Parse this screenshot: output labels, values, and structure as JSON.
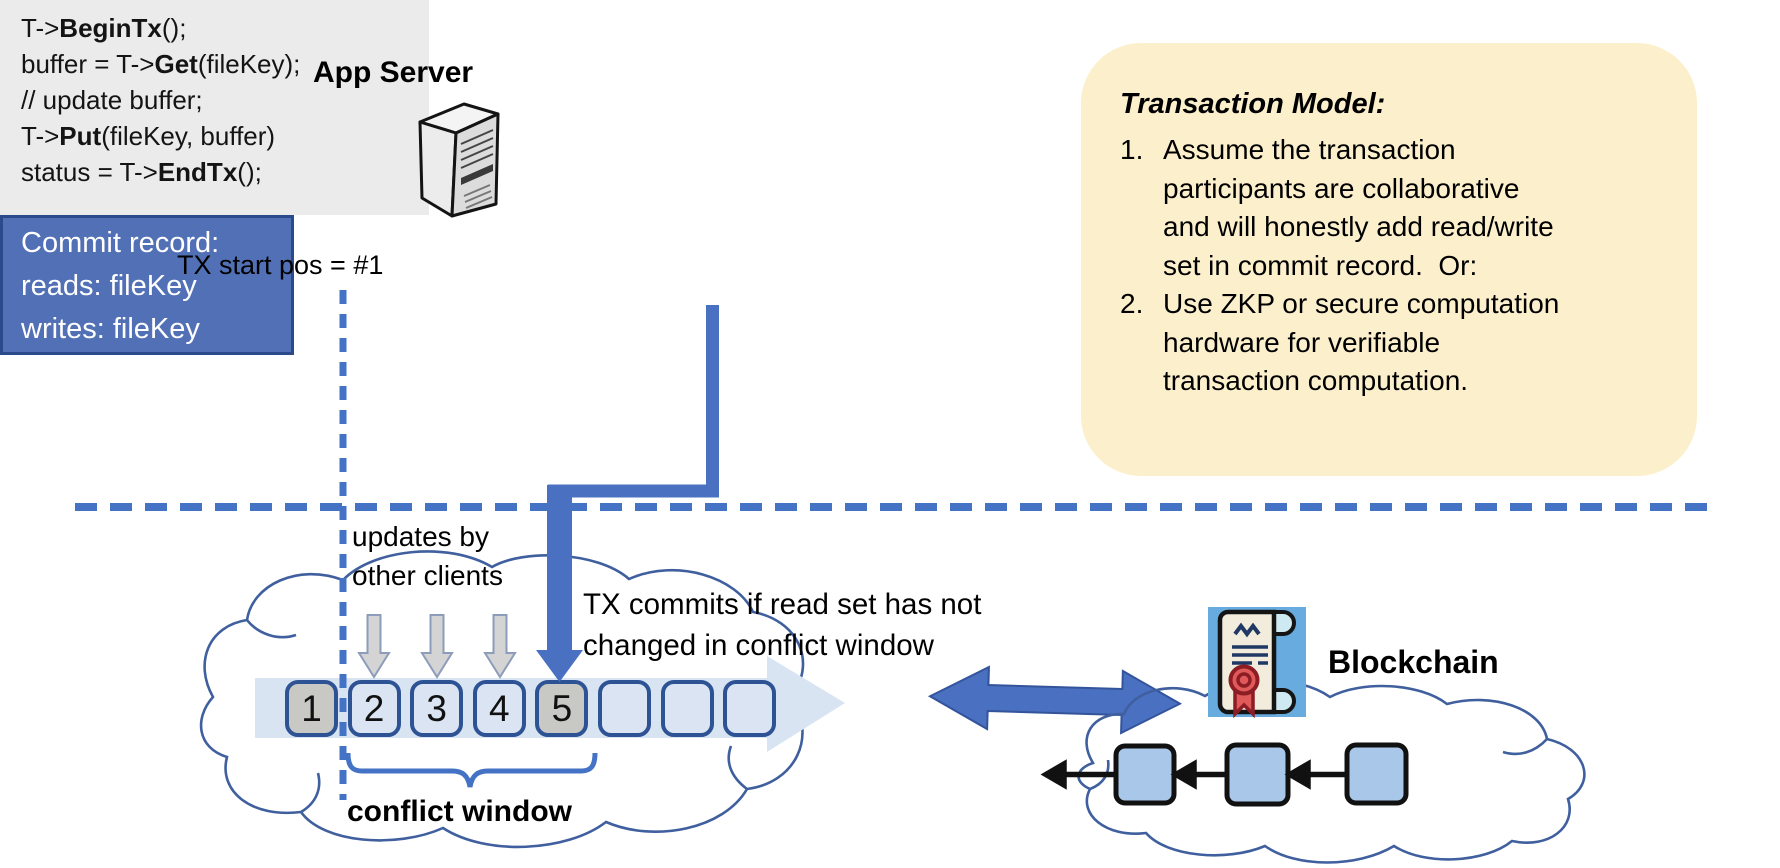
{
  "app_server": {
    "title": "App Server"
  },
  "code_block": {
    "lines": [
      [
        {
          "t": "T->"
        },
        {
          "t": "BeginTx",
          "b": true
        },
        {
          "t": "();"
        }
      ],
      [
        {
          "t": "buffer = T->"
        },
        {
          "t": "Get",
          "b": true
        },
        {
          "t": "(fileKey);"
        }
      ],
      [
        {
          "t": "// update buffer;"
        }
      ],
      [
        {
          "t": "T->"
        },
        {
          "t": "Put",
          "b": true
        },
        {
          "t": "(fileKey, buffer)"
        }
      ],
      [
        {
          "t": "status = T->"
        },
        {
          "t": "EndTx",
          "b": true
        },
        {
          "t": "();"
        }
      ]
    ]
  },
  "tx_start_label": "TX start pos = #1",
  "commit_record": {
    "lines": [
      "Commit record:",
      "reads: fileKey",
      "writes: fileKey"
    ]
  },
  "transaction_model": {
    "title": "Transaction Model:",
    "items": [
      {
        "num": "1.",
        "lines": [
          "Assume the transaction",
          "participants are collaborative",
          "and will honestly add read/write",
          "set in commit record.  Or:"
        ]
      },
      {
        "num": "2.",
        "lines": [
          "Use ZKP or secure computation",
          "hardware for verifiable",
          "transaction computation."
        ]
      }
    ]
  },
  "timeline": {
    "updates_label_lines": [
      "updates by",
      "other clients"
    ],
    "commit_note_lines": [
      "TX commits if read set has not",
      "changed in conflict window"
    ],
    "conflict_window_label": "conflict window",
    "boxes": [
      {
        "label": "1",
        "state": "gray"
      },
      {
        "label": "2",
        "state": "blue"
      },
      {
        "label": "3",
        "state": "blue"
      },
      {
        "label": "4",
        "state": "blue"
      },
      {
        "label": "5",
        "state": "gray"
      },
      {
        "label": "",
        "state": "blue"
      },
      {
        "label": "",
        "state": "blue"
      },
      {
        "label": "",
        "state": "blue"
      }
    ]
  },
  "blockchain": {
    "label": "Blockchain"
  },
  "icons": {
    "server": "server-icon",
    "contract": "certificate-scroll-icon",
    "update_arrow": "down-arrow-icon",
    "commit_arrow": "elbow-down-arrow-icon",
    "sync_arrow": "double-headed-arrow-icon"
  },
  "colors": {
    "accent_blue": "#4472c4",
    "arrow_blue": "#4a70c2",
    "commit_bg": "#5170b6",
    "commit_border": "#2b4a8b",
    "panel_yellow": "#fcf0cc",
    "code_bg": "#ebebeb",
    "box_blue": "#dbe4f2",
    "box_gray": "#c8c8c4",
    "box_border": "#2e5395",
    "band_blue": "#d9e4f3",
    "cloud_stroke": "#3f5f9e",
    "block_fill": "#a9c7e8",
    "contract_bg": "#68abdf"
  }
}
